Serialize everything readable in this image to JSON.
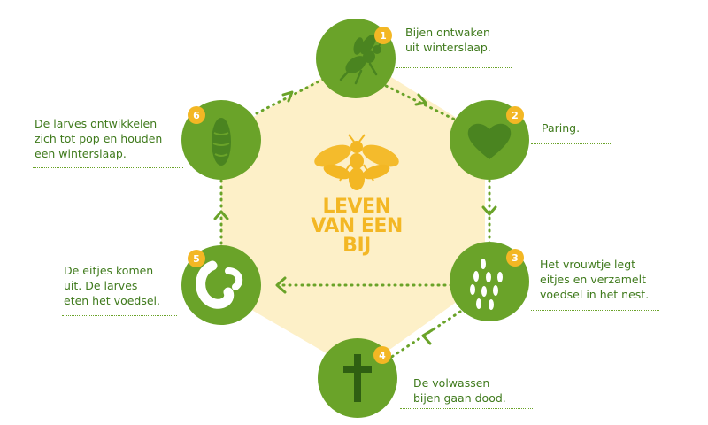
{
  "title_lines": [
    "LEVEN",
    "VAN EEN",
    "BIJ"
  ],
  "colors": {
    "green": "#6aa329",
    "dark_green": "#4f8a1f",
    "text_green": "#3f7a1c",
    "honey": "#f3b724",
    "hexagon_fill": "#fdf0c8"
  },
  "steps": [
    {
      "number": "1",
      "icon": "bee-icon",
      "text": "Bijen ontwaken\nuit winterslaap."
    },
    {
      "number": "2",
      "icon": "heart-icon",
      "text": "Paring."
    },
    {
      "number": "3",
      "icon": "eggs-icon",
      "text": "Het vrouwtje legt\neitjes en verzamelt\nvoedsel in het nest."
    },
    {
      "number": "4",
      "icon": "cross-icon",
      "text": "De volwassen\nbijen gaan dood."
    },
    {
      "number": "5",
      "icon": "larvae-icon",
      "text": "De eitjes komen\nuit. De larves\neten het voedsel."
    },
    {
      "number": "6",
      "icon": "pupa-icon",
      "text": "De larves ontwikkelen\nzich tot pop en houden\neen winterslaap."
    }
  ]
}
